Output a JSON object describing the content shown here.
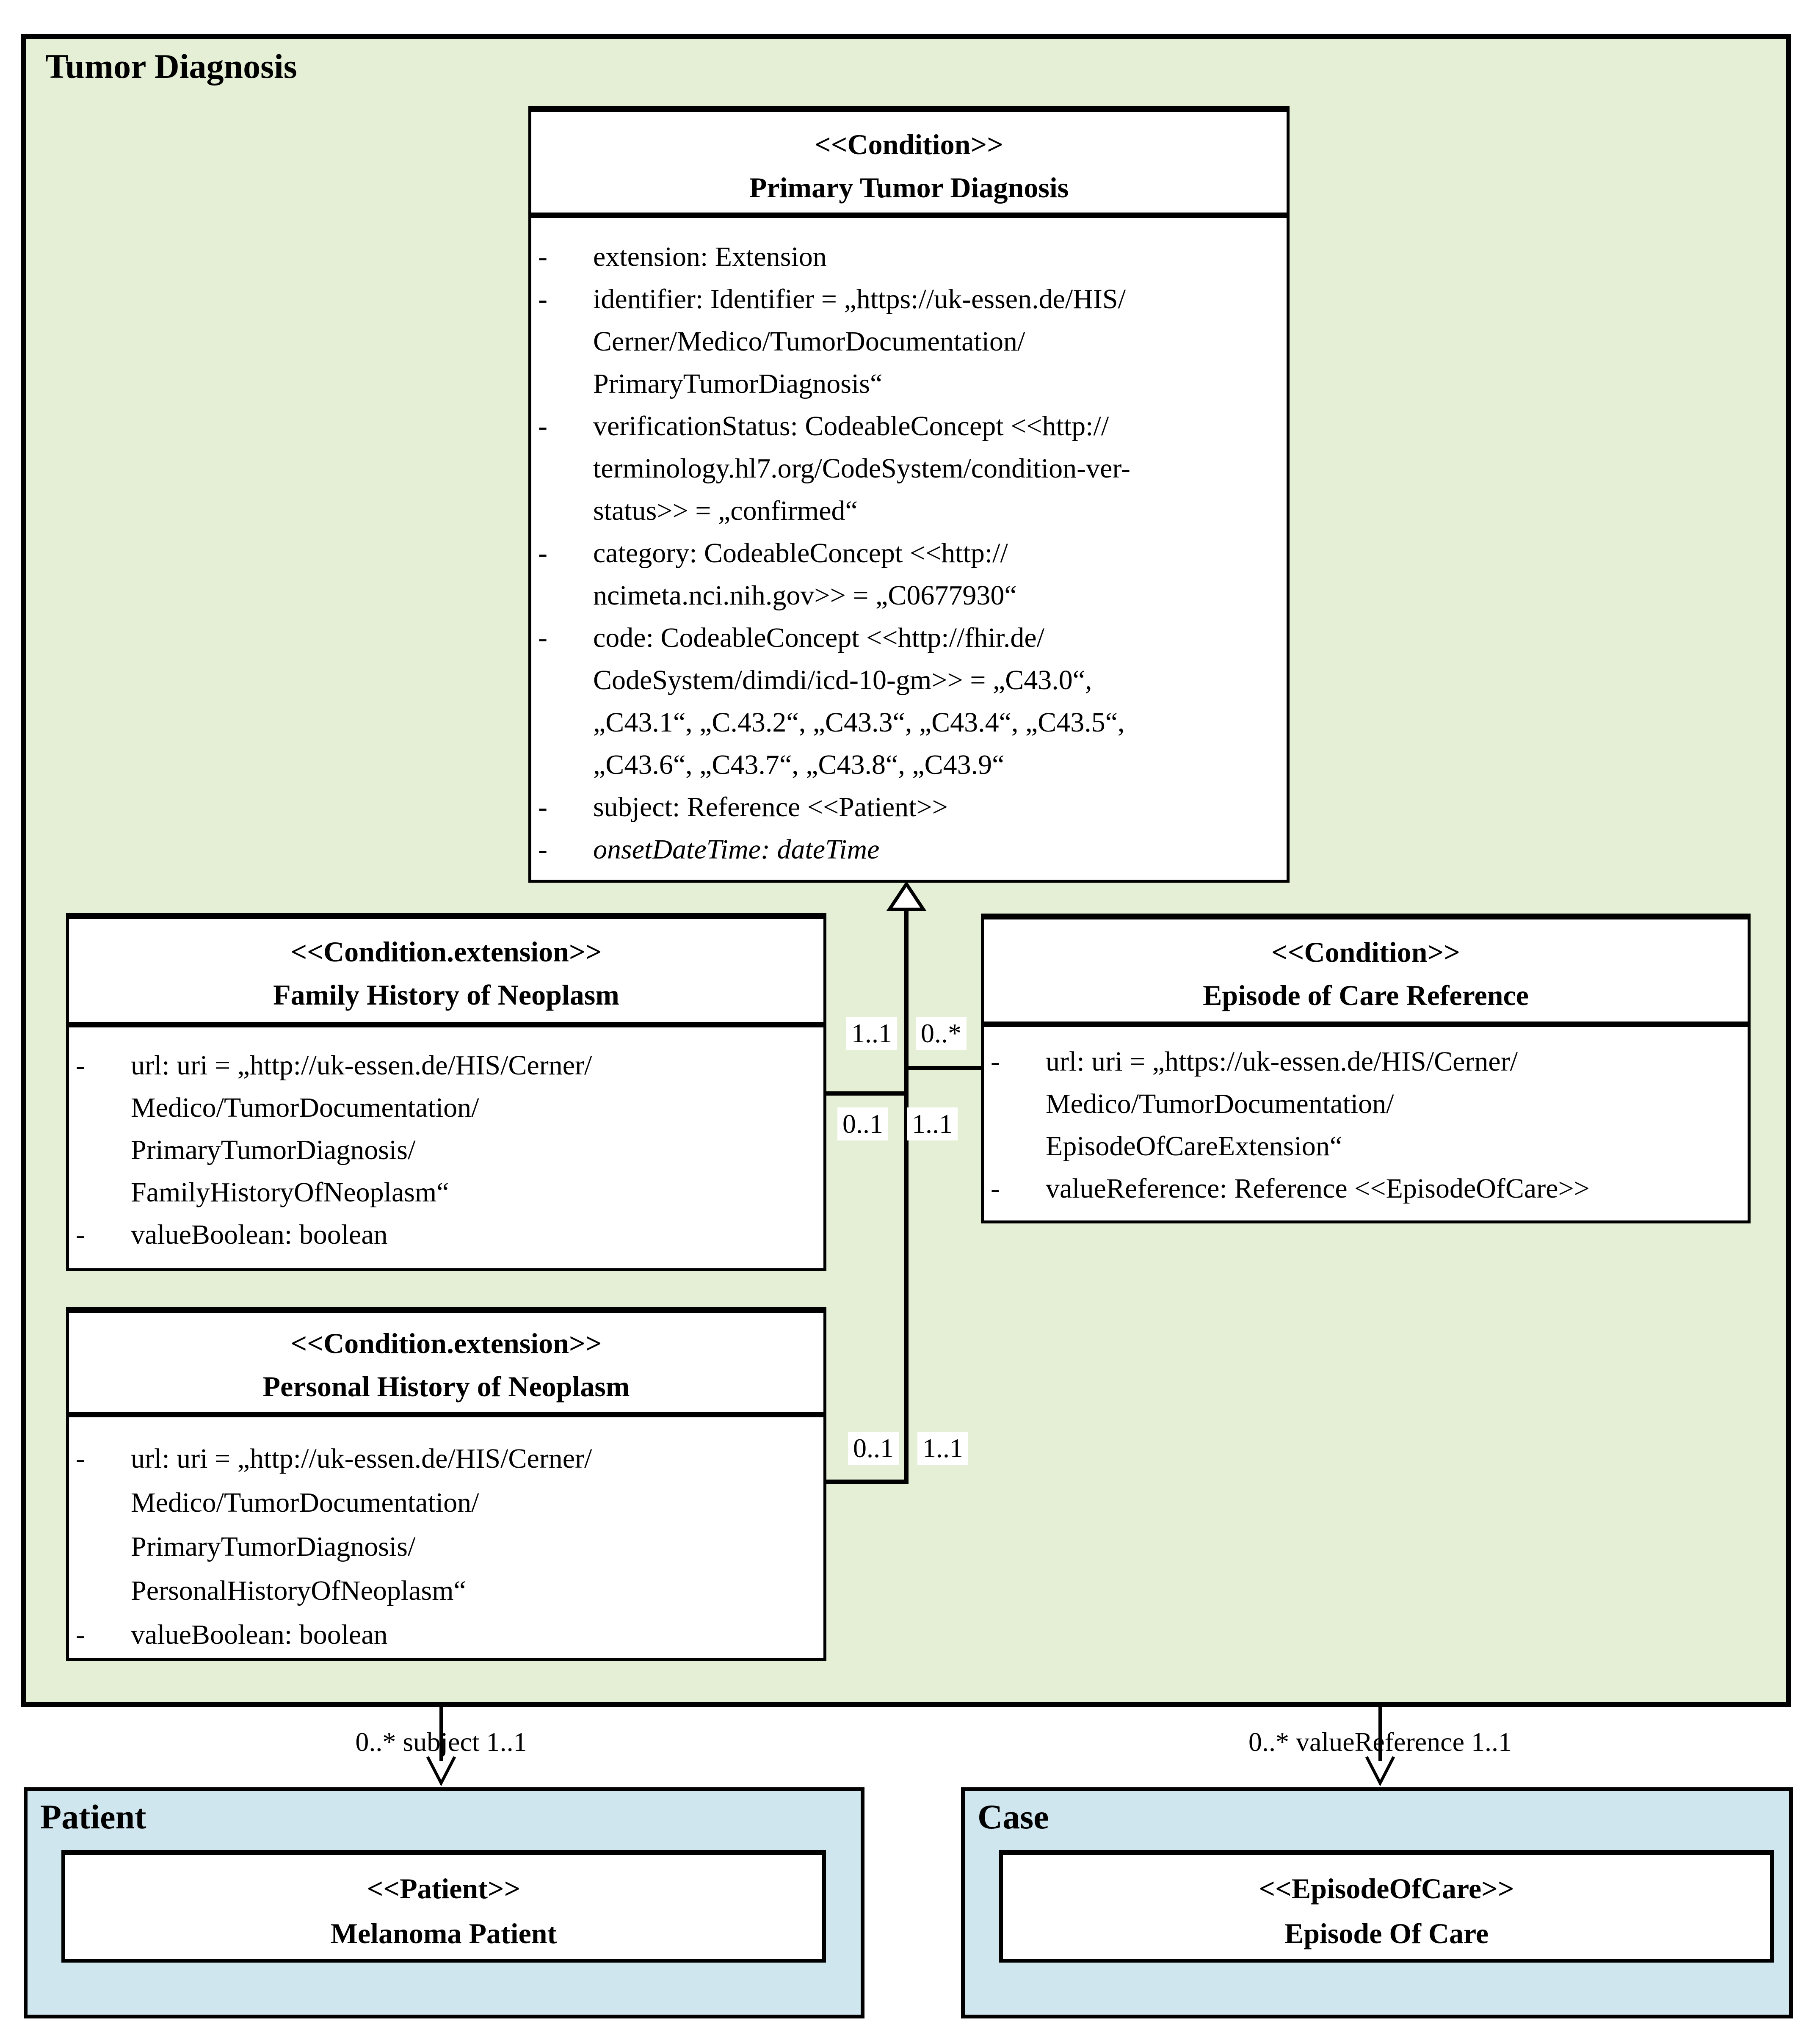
{
  "colors": {
    "frame_fill": "#e4efd5",
    "entity_fill": "#cfe6ef",
    "box_fill": "#ffffff",
    "line_color": "#000000"
  },
  "ui": {
    "attribute_marker": "-"
  },
  "frame": {
    "title": "Tumor Diagnosis"
  },
  "boxes": {
    "primary_tumor_diagnosis": {
      "stereotype": "<<Condition>>",
      "name": "Primary Tumor Diagnosis",
      "attributes": [
        {
          "marker": true,
          "text": "extension: Extension"
        },
        {
          "marker": true,
          "text": "identifier: Identifier = „https://uk-essen.de/HIS/"
        },
        {
          "marker": false,
          "text": "Cerner/Medico/TumorDocumentation/"
        },
        {
          "marker": false,
          "text": "PrimaryTumorDiagnosis“"
        },
        {
          "marker": true,
          "text": "verificationStatus: CodeableConcept <<http://"
        },
        {
          "marker": false,
          "text": "terminology.hl7.org/CodeSystem/condition-ver-"
        },
        {
          "marker": false,
          "text": "status>> = „confirmed“"
        },
        {
          "marker": true,
          "text": "category: CodeableConcept <<http://"
        },
        {
          "marker": false,
          "text": "ncimeta.nci.nih.gov>> = „C0677930“"
        },
        {
          "marker": true,
          "text": "code: CodeableConcept <<http://fhir.de/"
        },
        {
          "marker": false,
          "text": "CodeSystem/dimdi/icd-10-gm>> = „C43.0“,"
        },
        {
          "marker": false,
          "text": "„C43.1“, „C.43.2“, „C43.3“, „C43.4“, „C43.5“,"
        },
        {
          "marker": false,
          "text": "„C43.6“, „C43.7“, „C43.8“, „C43.9“"
        },
        {
          "marker": true,
          "text": "subject: Reference <<Patient>>"
        },
        {
          "marker": true,
          "text": "onsetDateTime: dateTime",
          "italic": true
        }
      ]
    },
    "family_history_of_neoplasm": {
      "stereotype": "<<Condition.extension>>",
      "name": "Family History of Neoplasm",
      "attributes": [
        {
          "marker": true,
          "text": "url: uri = „http://uk-essen.de/HIS/Cerner/"
        },
        {
          "marker": false,
          "text": "Medico/TumorDocumentation/"
        },
        {
          "marker": false,
          "text": "PrimaryTumorDiagnosis/"
        },
        {
          "marker": false,
          "text": "FamilyHistoryOfNeoplasm“"
        },
        {
          "marker": true,
          "text": "valueBoolean: boolean"
        }
      ]
    },
    "episode_of_care_reference": {
      "stereotype": "<<Condition>>",
      "name": "Episode of Care Reference",
      "attributes": [
        {
          "marker": true,
          "text": "url: uri = „https://uk-essen.de/HIS/Cerner/"
        },
        {
          "marker": false,
          "text": "Medico/TumorDocumentation/"
        },
        {
          "marker": false,
          "text": "EpisodeOfCareExtension“"
        },
        {
          "marker": true,
          "text": "valueReference: Reference <<EpisodeOfCare>>"
        }
      ]
    },
    "personal_history_of_neoplasm": {
      "stereotype": "<<Condition.extension>>",
      "name": "Personal History of Neoplasm",
      "attributes": [
        {
          "marker": true,
          "text": "url: uri = „http://uk-essen.de/HIS/Cerner/"
        },
        {
          "marker": false,
          "text": "Medico/TumorDocumentation/"
        },
        {
          "marker": false,
          "text": "PrimaryTumorDiagnosis/"
        },
        {
          "marker": false,
          "text": "PersonalHistoryOfNeoplasm“"
        },
        {
          "marker": true,
          "text": "valueBoolean: boolean"
        }
      ]
    }
  },
  "relations": {
    "multiplicities": [
      {
        "left": "1..1",
        "right": "0..*"
      },
      {
        "left": "0..1",
        "right": "1..1"
      },
      {
        "left": "0..1",
        "right": "1..1"
      }
    ],
    "subject_edge_label": "0..* subject 1..1",
    "value_reference_edge_label": "0..* valueReference 1..1"
  },
  "bottom": {
    "patient": {
      "frame_title": "Patient",
      "stereotype": "<<Patient>>",
      "name": "Melanoma Patient"
    },
    "case": {
      "frame_title": "Case",
      "stereotype": "<<EpisodeOfCare>>",
      "name": "Episode Of  Care"
    }
  }
}
